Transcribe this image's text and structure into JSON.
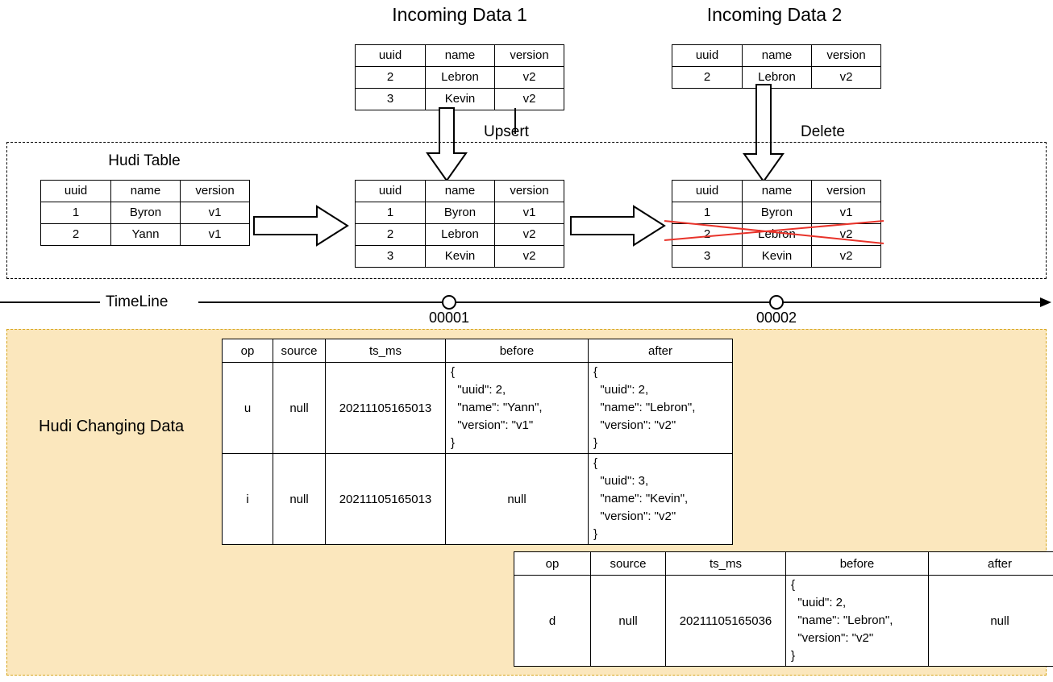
{
  "diagram": {
    "title_incoming_1": "Incoming Data 1",
    "title_incoming_2": "Incoming Data 2",
    "hudi_table_title": "Hudi Table",
    "upsert_label": "Upsert",
    "delete_label": "Delete",
    "timeline_label": "TimeLine",
    "changing_data_label": "Hudi Changing Data",
    "timeline_ticks": [
      "00001",
      "00002"
    ],
    "colors": {
      "updated_row": "#f5cccc",
      "inserted_row": "#d4e1f5",
      "deleted_mark": "#e8332a",
      "changing_data_bg": "#fbe7bd",
      "changing_data_border": "#d6a419"
    }
  },
  "incoming1": {
    "headers": [
      "uuid",
      "name",
      "version"
    ],
    "rows": [
      [
        "2",
        "Lebron",
        "v2"
      ],
      [
        "3",
        "Kevin",
        "v2"
      ]
    ]
  },
  "incoming2": {
    "headers": [
      "uuid",
      "name",
      "version"
    ],
    "rows": [
      [
        "2",
        "Lebron",
        "v2"
      ]
    ]
  },
  "hudi_before": {
    "headers": [
      "uuid",
      "name",
      "version"
    ],
    "rows": [
      [
        "1",
        "Byron",
        "v1"
      ],
      [
        "2",
        "Yann",
        "v1"
      ]
    ]
  },
  "hudi_after_upsert": {
    "headers": [
      "uuid",
      "name",
      "version"
    ],
    "rows": [
      [
        "1",
        "Byron",
        "v1"
      ],
      [
        "2",
        "Lebron",
        "v2"
      ],
      [
        "3",
        "Kevin",
        "v2"
      ]
    ]
  },
  "hudi_after_delete": {
    "headers": [
      "uuid",
      "name",
      "version"
    ],
    "rows": [
      [
        "1",
        "Byron",
        "v1"
      ],
      [
        "2",
        "Lebron",
        "v2"
      ],
      [
        "3",
        "Kevin",
        "v2"
      ]
    ]
  },
  "cdc_upsert": {
    "headers": [
      "op",
      "source",
      "ts_ms",
      "before",
      "after"
    ],
    "rows": [
      {
        "op": "u",
        "source": "null",
        "ts_ms": "20211105165013",
        "before": "{\n  \"uuid\": 2,\n  \"name\": \"Yann\",\n  \"version\": \"v1\"\n}",
        "after": "{\n  \"uuid\": 2,\n  \"name\": \"Lebron\",\n  \"version\": \"v2\"\n}"
      },
      {
        "op": "i",
        "source": "null",
        "ts_ms": "20211105165013",
        "before": "null",
        "after": "{\n  \"uuid\": 3,\n  \"name\": \"Kevin\",\n  \"version\": \"v2\"\n}"
      }
    ]
  },
  "cdc_delete": {
    "headers": [
      "op",
      "source",
      "ts_ms",
      "before",
      "after"
    ],
    "rows": [
      {
        "op": "d",
        "source": "null",
        "ts_ms": "20211105165036",
        "before": "{\n  \"uuid\": 2,\n  \"name\": \"Lebron\",\n  \"version\": \"v2\"\n}",
        "after": "null"
      }
    ]
  }
}
